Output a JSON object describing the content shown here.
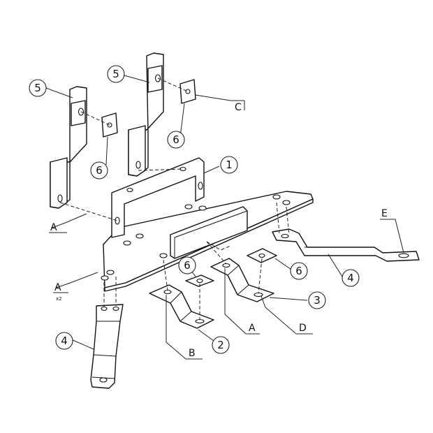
{
  "balloons": [
    {
      "label": "5"
    },
    {
      "label": "5"
    },
    {
      "label": "6"
    },
    {
      "label": "6"
    },
    {
      "label": "1"
    },
    {
      "label": "4"
    },
    {
      "label": "6"
    },
    {
      "label": "6"
    },
    {
      "label": "3"
    },
    {
      "label": "2"
    },
    {
      "label": "4"
    }
  ],
  "letters": [
    {
      "label": "A"
    },
    {
      "label": "A"
    },
    {
      "label": "C"
    },
    {
      "label": "E"
    },
    {
      "label": "B"
    },
    {
      "label": "A"
    },
    {
      "label": "D"
    }
  ],
  "qty_note": "x2"
}
